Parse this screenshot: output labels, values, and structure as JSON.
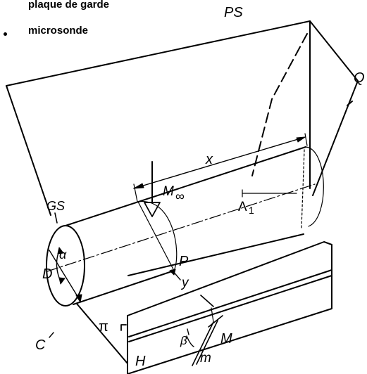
{
  "captions": {
    "guard_plate": "plaque de garde",
    "microprobe": "microsonde"
  },
  "labels": {
    "PS": "PS",
    "Q": "Q",
    "M_inf": "M",
    "inf_sub": "∞",
    "x": "x",
    "GS": "GS",
    "Lambda_1": "Λ",
    "Lambda_sub": "1",
    "alpha": "α",
    "D": "D",
    "P": "P",
    "y": "y",
    "C": "C",
    "pi": "π",
    "beta": "β",
    "M": "M",
    "m": "m",
    "H": "H"
  },
  "colors": {
    "ink": "#000000",
    "background": "#ffffff"
  }
}
